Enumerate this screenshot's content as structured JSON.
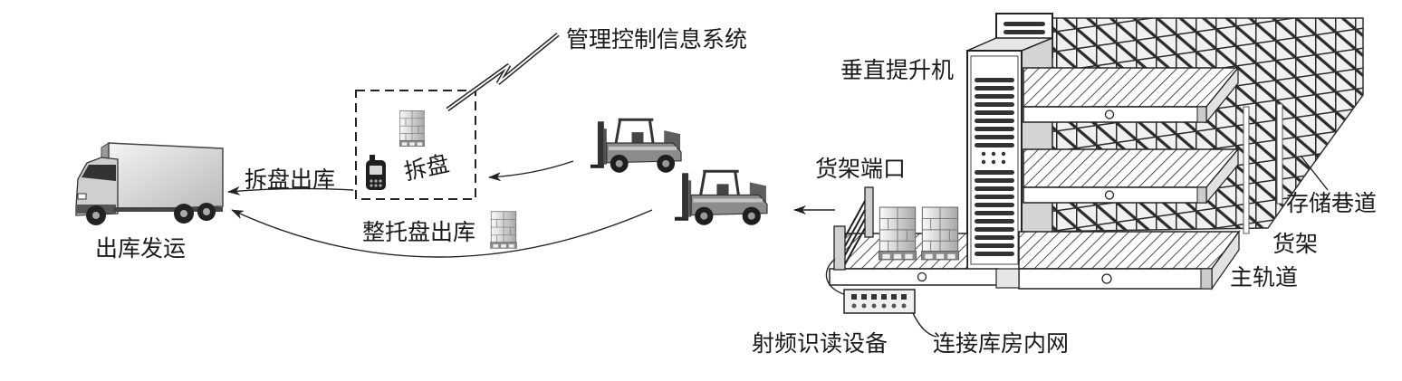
{
  "labels": {
    "management_system": "管理控制信息系统",
    "vertical_lift": "垂直提升机",
    "depalletize_outbound": "拆盘出库",
    "depalletize": "拆盘",
    "shelf_port": "货架端口",
    "storage_aisle": "存储巷道",
    "full_pallet_outbound": "整托盘出库",
    "shelf": "货架",
    "outbound_shipping": "出库发运",
    "main_rail": "主轨道",
    "rfid_reader": "射频识读设备",
    "connect_intranet": "连接库房内网"
  },
  "icons": {
    "truck": "truck-icon",
    "forklift": "forklift-icon",
    "pallet": "pallet-box-icon",
    "handheld": "rfid-handheld-icon",
    "reader": "rfid-reader-icon",
    "signal": "lightning-icon",
    "lift": "vertical-lift-icon",
    "rack": "storage-rack-icon"
  },
  "colors": {
    "ink": "#222222",
    "background": "#ffffff"
  }
}
